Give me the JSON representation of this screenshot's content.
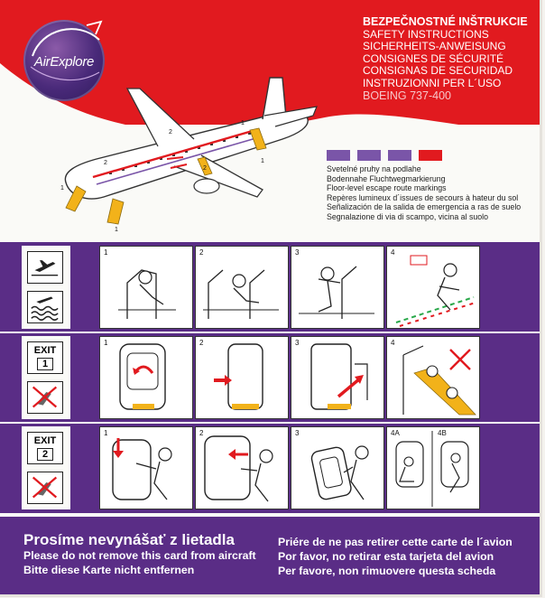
{
  "brand": {
    "logo_text": "AirExplore"
  },
  "header": {
    "title_main": "BEZPEČNOSTNÉ INŠTRUKCIE",
    "title_lines": [
      "SAFETY INSTRUCTIONS",
      "SICHERHEITS-ANWEISUNG",
      "CONSIGNES DE SÉCURITÉ",
      "CONSIGNAS DE SECURIDAD",
      "INSTRUZIONNI PER L´USO"
    ],
    "aircraft_model": "BOEING 737-400"
  },
  "diagram": {
    "exit_labels": [
      "1",
      "2",
      "1",
      "2",
      "1",
      "2",
      "1"
    ]
  },
  "legend": {
    "swatch_colors": [
      "#7a55a8",
      "#7a55a8",
      "#7a55a8",
      "#e11a1f"
    ],
    "lines": [
      "Svetelné pruhy na podlahe",
      "Bodennahe Fluchtwegmarkierung",
      "Floor-level escape route markings",
      "Repères lumineux d´issues de secours à hateur du sol",
      "Señalización de la salida de emergencia a ras de suelo",
      "Segnalazione di via di scampo, vicina al suolo"
    ]
  },
  "rows": [
    {
      "icons": [
        "landing-icon",
        "water-landing-icon"
      ],
      "panels": [
        "1",
        "2",
        "3",
        "4"
      ]
    },
    {
      "exit_word": "EXIT",
      "exit_num": "1",
      "icon": "no-slide-icon",
      "panels": [
        "1",
        "2",
        "3",
        "4"
      ]
    },
    {
      "exit_word": "EXIT",
      "exit_num": "2",
      "icon": "no-slide-icon",
      "panels": [
        "1",
        "2",
        "3",
        "4A",
        "4B"
      ]
    }
  ],
  "footer": {
    "left": [
      "Prosíme nevynášať z lietadla",
      "Please do not remove this card from aircraft",
      "Bitte diese Karte nicht entfernen"
    ],
    "right": [
      "Priére de ne pas retirer cette carte de l´avion",
      "Por favor, no retirar esta tarjeta del avion",
      "Per favore, non rimuovere questa scheda"
    ]
  },
  "colors": {
    "red": "#e11a1f",
    "purple": "#5a2d86",
    "accent_yellow": "#f2b21a"
  }
}
